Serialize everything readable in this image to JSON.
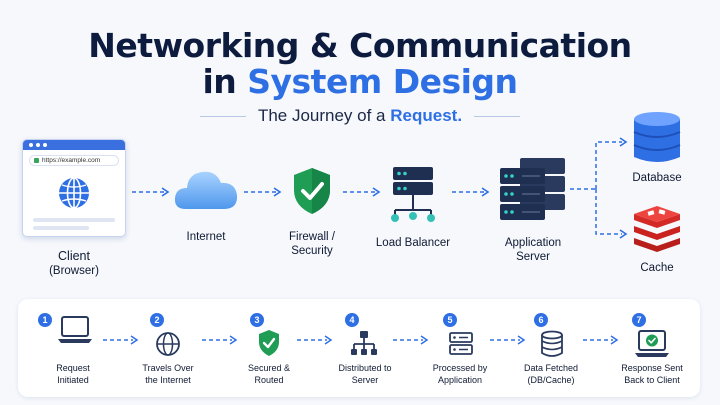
{
  "header": {
    "title_line1": "Networking & Communication",
    "title_line2_prefix": "in ",
    "title_line2_accent": "System Design",
    "subtitle_prefix": "The Journey of a ",
    "subtitle_accent": "Request."
  },
  "client": {
    "url": "https://example.com",
    "label": "Client",
    "sublabel": "(Browser)"
  },
  "flow": {
    "internet": "Internet",
    "firewall_line1": "Firewall /",
    "firewall_line2": "Security",
    "load_balancer": "Load Balancer",
    "app_server_line1": "Application",
    "app_server_line2": "Server",
    "database": "Database",
    "cache": "Cache"
  },
  "steps": [
    {
      "num": "1",
      "line1": "Request",
      "line2": "Initiated"
    },
    {
      "num": "2",
      "line1": "Travels Over",
      "line2": "the Internet"
    },
    {
      "num": "3",
      "line1": "Secured &",
      "line2": "Routed"
    },
    {
      "num": "4",
      "line1": "Distributed to",
      "line2": "Server"
    },
    {
      "num": "5",
      "line1": "Processed by",
      "line2": "Application"
    },
    {
      "num": "6",
      "line1": "Data Fetched",
      "line2": "(DB/Cache)"
    },
    {
      "num": "7",
      "line1": "Response Sent",
      "line2": "Back to Client"
    }
  ],
  "colors": {
    "accent": "#2f6fe4",
    "firewall_green": "#1f9d55",
    "cache_red": "#e0332f",
    "db_blue": "#2f6fe4"
  }
}
